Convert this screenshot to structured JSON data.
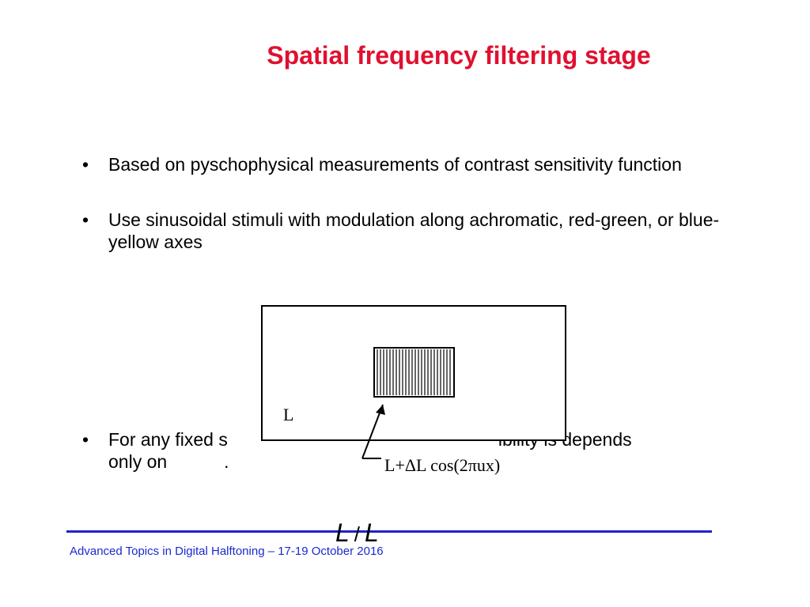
{
  "slide": {
    "title": "Spatial frequency filtering stage",
    "bullets": [
      "Based on pyschophysical measurements of contrast sensitivity function",
      "Use sinusoidal stimuli with modulation along achromatic, red-green, or blue-yellow axes"
    ],
    "bullet3_start": "For any fixed s",
    "bullet3_end": "ibility is depends",
    "bullet3_line2": "only on",
    "bullet3_dot": ".",
    "bullet_symbol": "•"
  },
  "figure": {
    "background_label": "L",
    "grating_label": "L+ΔL cos(2πux)"
  },
  "formula": {
    "numerator": "L",
    "slash": "/",
    "denominator": "L"
  },
  "footer": {
    "text": "Advanced Topics in Digital Halftoning – 17-19 October 2016"
  },
  "colors": {
    "title": "#e0102f",
    "footer": "#1a2ad0",
    "rule": "#2121c8"
  }
}
